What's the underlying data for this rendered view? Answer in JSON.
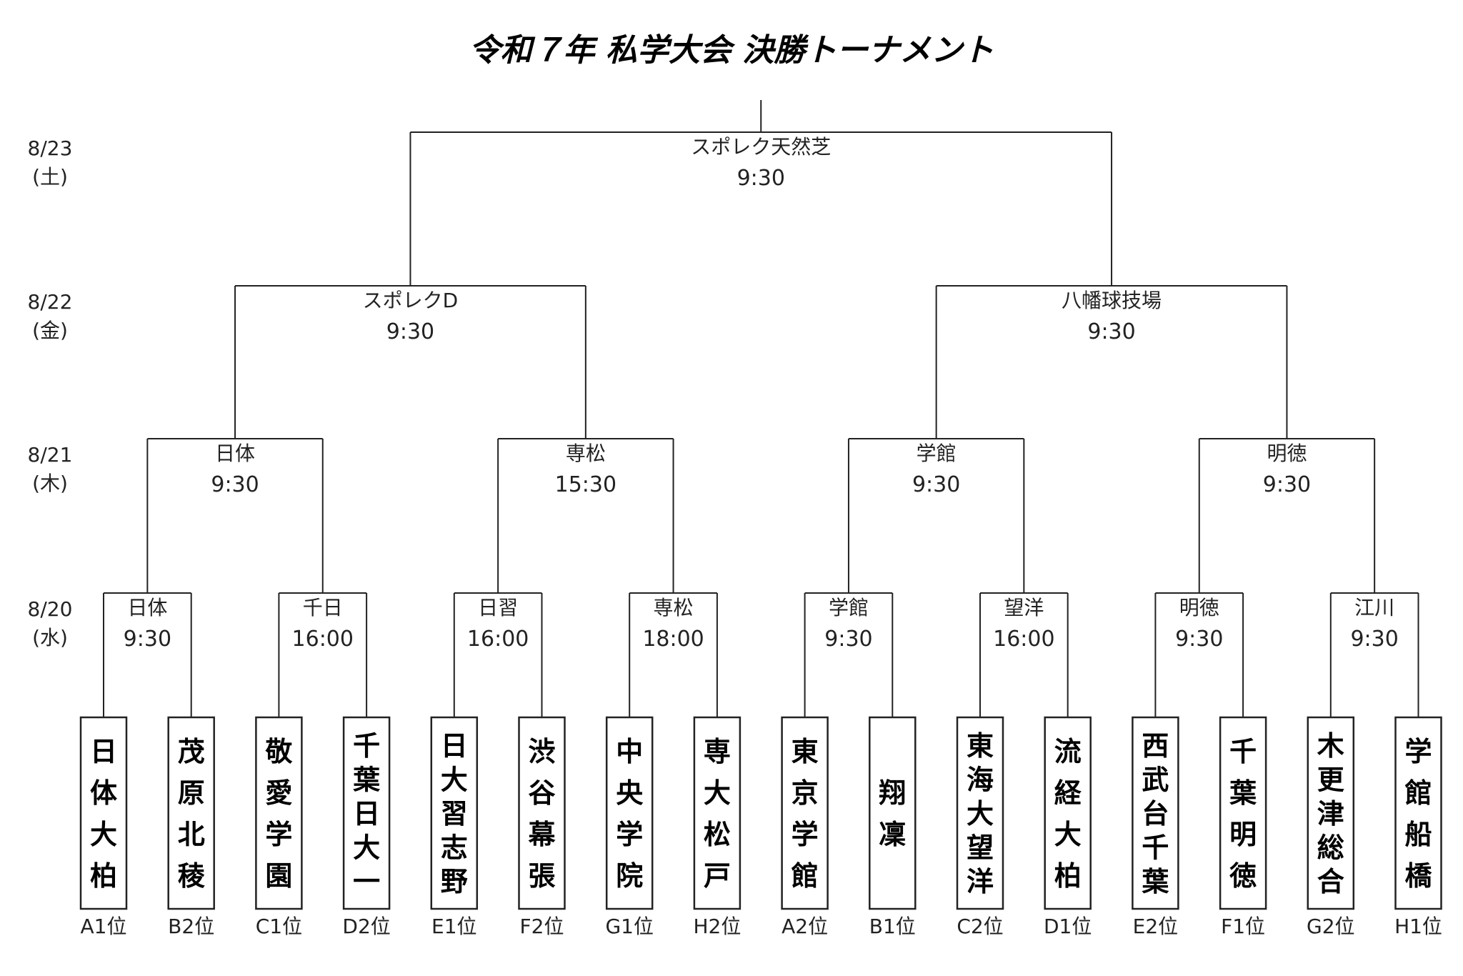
{
  "title": "令和７年 私学大会 決勝トーナメント",
  "dates": [
    {
      "date": "8/23",
      "weekday": "(土)"
    },
    {
      "date": "8/22",
      "weekday": "(金)"
    },
    {
      "date": "8/21",
      "weekday": "(木)"
    },
    {
      "date": "8/20",
      "weekday": "(水)"
    }
  ],
  "teams": [
    {
      "name": "日体大柏",
      "rank": "A1位"
    },
    {
      "name": "茂原北稜",
      "rank": "B2位"
    },
    {
      "name": "敬愛学園",
      "rank": "C1位"
    },
    {
      "name": "千葉日大一",
      "rank": "D2位"
    },
    {
      "name": "日大習志野",
      "rank": "E1位"
    },
    {
      "name": "渋谷幕張",
      "rank": "F2位"
    },
    {
      "name": "中央学院",
      "rank": "G1位"
    },
    {
      "name": "専大松戸",
      "rank": "H2位"
    },
    {
      "name": "東京学館",
      "rank": "A2位"
    },
    {
      "name": "翔凜",
      "rank": "B1位"
    },
    {
      "name": "東海大望洋",
      "rank": "C2位"
    },
    {
      "name": "流経大柏",
      "rank": "D1位"
    },
    {
      "name": "西武台千葉",
      "rank": "E2位"
    },
    {
      "name": "千葉明徳",
      "rank": "F1位"
    },
    {
      "name": "木更津総合",
      "rank": "G2位"
    },
    {
      "name": "学館船橋",
      "rank": "H1位"
    }
  ],
  "rounds": [
    [
      {
        "venue": "日体",
        "time": "9:30"
      },
      {
        "venue": "千日",
        "time": "16:00"
      },
      {
        "venue": "日習",
        "time": "16:00"
      },
      {
        "venue": "専松",
        "time": "18:00"
      },
      {
        "venue": "学館",
        "time": "9:30"
      },
      {
        "venue": "望洋",
        "time": "16:00"
      },
      {
        "venue": "明徳",
        "time": "9:30"
      },
      {
        "venue": "江川",
        "time": "9:30"
      }
    ],
    [
      {
        "venue": "日体",
        "time": "9:30"
      },
      {
        "venue": "専松",
        "time": "15:30"
      },
      {
        "venue": "学館",
        "time": "9:30"
      },
      {
        "venue": "明徳",
        "time": "9:30"
      }
    ],
    [
      {
        "venue": "スポレクD",
        "time": "9:30"
      },
      {
        "venue": "八幡球技場",
        "time": "9:30"
      }
    ],
    [
      {
        "venue": "スポレク天然芝",
        "time": "9:30"
      }
    ]
  ]
}
